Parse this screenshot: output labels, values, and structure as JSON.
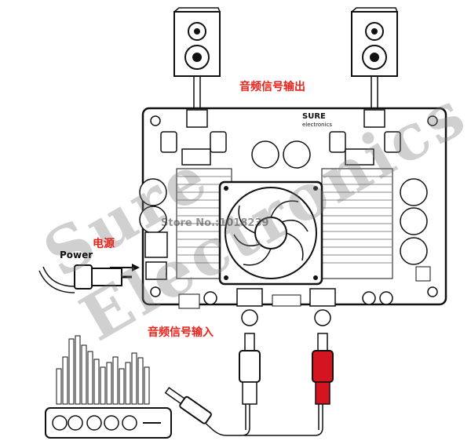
{
  "labels": {
    "audio_output": "音频信号输出",
    "power_cn": "电源",
    "power_en": "Power",
    "audio_input": "音频信号输入",
    "brand": "SURE",
    "brand_sub": "electronics",
    "watermark": "Sure Electronics",
    "store_watermark": "Store No.:1018239"
  },
  "colors": {
    "annotation": "#e8231a",
    "line": "#111111",
    "rca_right": "#d4141e",
    "rca_left": "#ffffff"
  },
  "icons": [
    "speaker-left-icon",
    "speaker-right-icon",
    "fan-icon",
    "rca-left-icon",
    "rca-right-icon",
    "dc-plug-icon",
    "audio-jack-icon",
    "music-player-icon"
  ]
}
